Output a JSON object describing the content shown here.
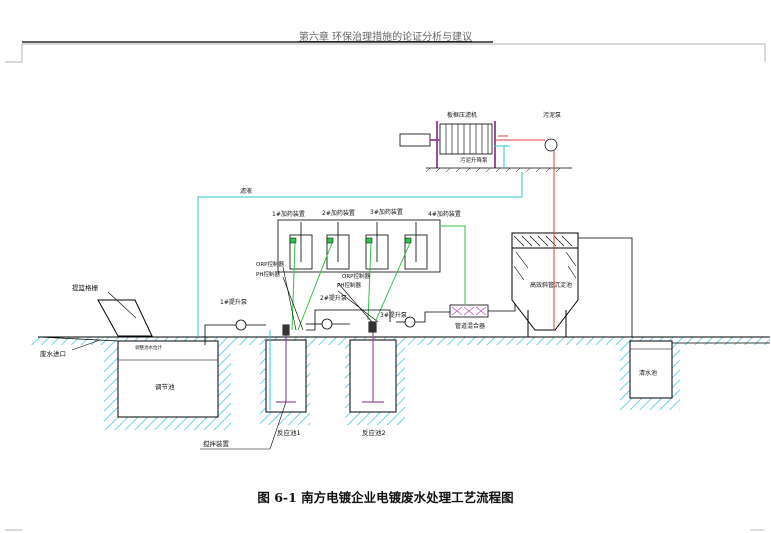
{
  "header": {
    "chapter_title": "第六章  环保治理措施的论证分析与建议"
  },
  "caption": "图 6-1   南方电镀企业电镀废水处理工艺流程图",
  "colors": {
    "water_line": "#2ec7c7",
    "dosing_line": "#33c24a",
    "sludge_line": "#e03c3c",
    "hatch": "#39bfe0",
    "mixer": "#9a4f9a",
    "pipe": "#111111"
  },
  "labels": {
    "filter_press": "板框压滤机",
    "sludge_pump": "污泥泵",
    "sludge_lift_pump": "污泥升降泵",
    "filtrate": "滤液",
    "dosing_1": "1#加药装置",
    "dosing_2": "2#加药装置",
    "dosing_3": "3#加药装置",
    "dosing_4": "4#加药装置",
    "orp_ctrl_1": "ORP控制器",
    "ph_ctrl_1": "PH控制器",
    "orp_ctrl_2": "ORP控制器",
    "ph_ctrl_2": "PH控制器",
    "lift_pump_1": "1#提升泵",
    "lift_pump_2": "2#提升泵",
    "lift_pump_3": "3#提升泵",
    "pipe_mixer": "管道混合器",
    "inclined_tube_clarifier": "高效斜管沉淀池",
    "grate": "提篮格栅",
    "wastewater_inlet": "废水进口",
    "equalization_tank": "调节池",
    "tank_note": "调整池水位计",
    "reaction_tank_1": "反应池1",
    "reaction_tank_2": "反应池2",
    "mixer_device": "搅拌装置",
    "clear_water_tank": "清水池"
  }
}
